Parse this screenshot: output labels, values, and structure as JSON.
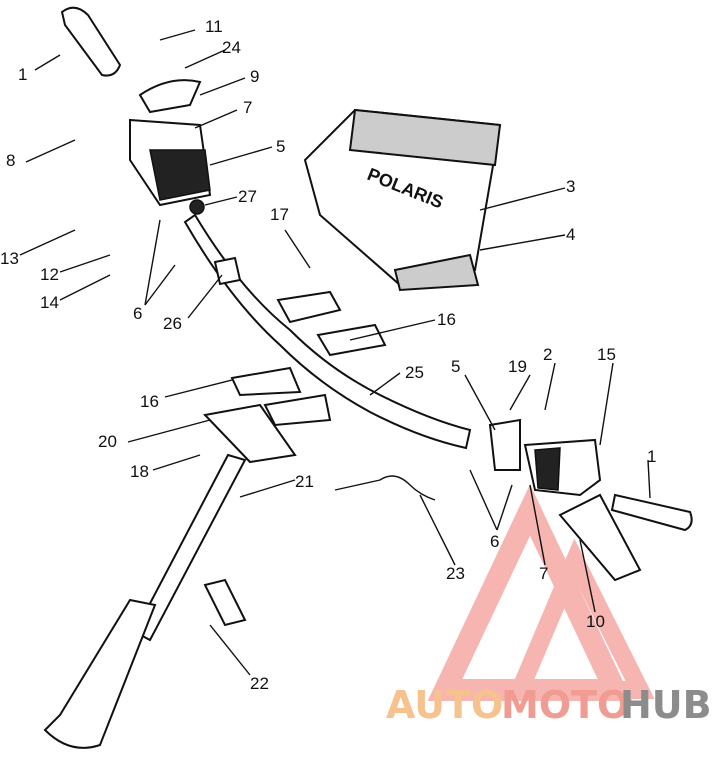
{
  "diagram": {
    "brand_on_cover": "POLARIS",
    "callouts": [
      "1",
      "11",
      "24",
      "9",
      "7",
      "5",
      "27",
      "8",
      "13",
      "12",
      "14",
      "6",
      "26",
      "17",
      "3",
      "4",
      "16",
      "16",
      "25",
      "5",
      "19",
      "2",
      "15",
      "1",
      "20",
      "18",
      "21",
      "6",
      "7",
      "23",
      "10",
      "22"
    ]
  },
  "watermark": {
    "part1": "AUTO",
    "part2": "MOTO",
    "part3": "HUB",
    "colors": {
      "auto": "#f6c28e",
      "moto": "#f19c92",
      "hub": "#8c8c8c",
      "triangle": "#f5a9a3"
    }
  }
}
